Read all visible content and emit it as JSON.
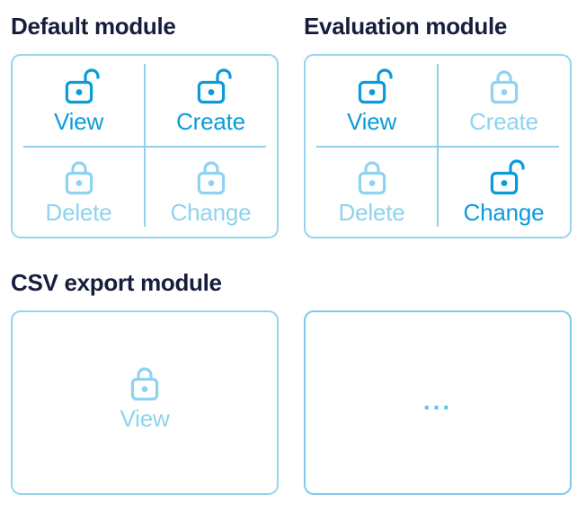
{
  "colors": {
    "title": "#171e3d",
    "active": "#0a9cd8",
    "inactive": "#8ed3ef",
    "card_border": "#96d4ee",
    "card_border_alt": "#7ecbec",
    "divider": "#8fd0eb",
    "ellipsis": "#61c2e8"
  },
  "modules": [
    {
      "title": "Default module",
      "permissions": [
        {
          "label": "View",
          "state": "granted",
          "lock": "open"
        },
        {
          "label": "Create",
          "state": "granted",
          "lock": "open"
        },
        {
          "label": "Delete",
          "state": "denied",
          "lock": "closed"
        },
        {
          "label": "Change",
          "state": "denied",
          "lock": "closed"
        }
      ]
    },
    {
      "title": "Evaluation module",
      "permissions": [
        {
          "label": "View",
          "state": "granted",
          "lock": "open"
        },
        {
          "label": "Create",
          "state": "denied",
          "lock": "closed"
        },
        {
          "label": "Delete",
          "state": "denied",
          "lock": "closed"
        },
        {
          "label": "Change",
          "state": "granted",
          "lock": "open"
        }
      ]
    },
    {
      "title": "CSV export module",
      "permissions": [
        {
          "label": "View",
          "state": "denied",
          "lock": "closed"
        }
      ]
    },
    {
      "title": "",
      "ellipsis_label": "..."
    }
  ]
}
